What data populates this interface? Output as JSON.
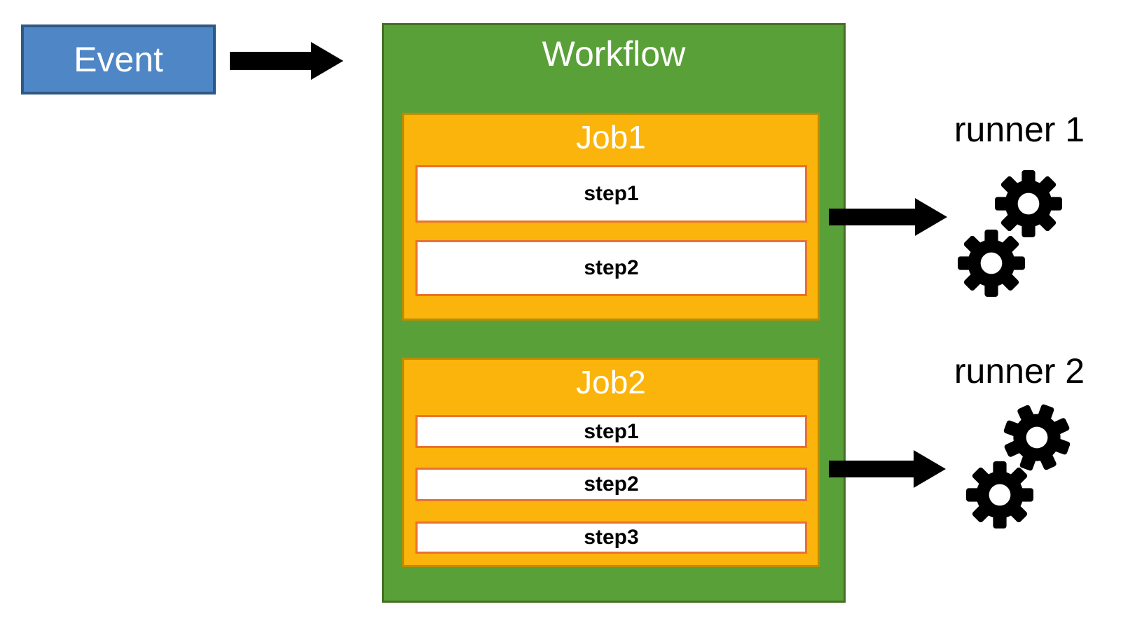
{
  "event": {
    "label": "Event"
  },
  "workflow": {
    "title": "Workflow",
    "jobs": [
      {
        "title": "Job1",
        "steps": [
          "step1",
          "step2"
        ]
      },
      {
        "title": "Job2",
        "steps": [
          "step1",
          "step2",
          "step3"
        ]
      }
    ]
  },
  "runners": [
    {
      "label": "runner 1"
    },
    {
      "label": "runner 2"
    }
  ],
  "icons": {
    "arrow": "right-block-arrow",
    "runner": "gear-icon"
  },
  "colors": {
    "event-fill": "#4e86c6",
    "event-border": "#2e5984",
    "workflow-fill": "#5aa038",
    "workflow-border": "#456e27",
    "job-fill": "#fbb40b",
    "job-border": "#bd8d00",
    "step-fill": "#ffffff",
    "step-border": "#e97230",
    "arrow": "#000000",
    "gear": "#000000",
    "text-light": "#ffffff",
    "text-dark": "#000000"
  }
}
